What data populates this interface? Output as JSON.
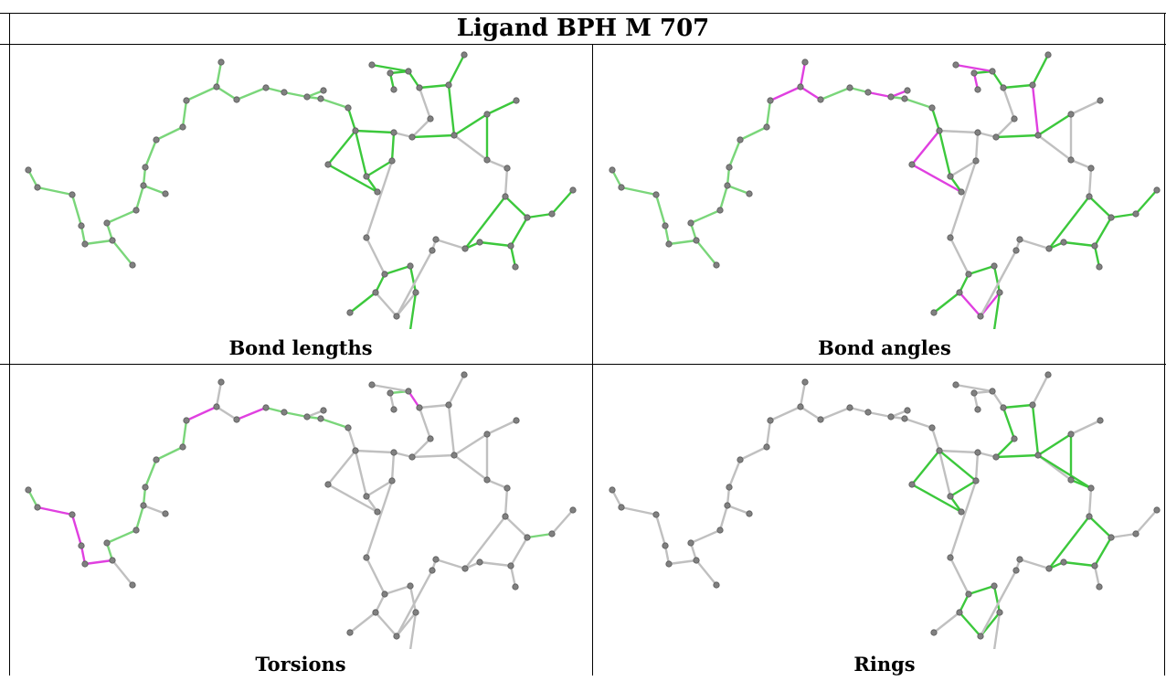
{
  "title": "Ligand BPH M 707",
  "panels": [
    {
      "key": "bond_lengths",
      "label": "Bond lengths"
    },
    {
      "key": "bond_angles",
      "label": "Bond angles"
    },
    {
      "key": "torsions",
      "label": "Torsions"
    },
    {
      "key": "rings",
      "label": "Rings"
    }
  ],
  "colors": {
    "good": "#3cc83c",
    "good_light": "#7ad67a",
    "outlier": "#e040e0",
    "neutral": "#c0c0c0",
    "atom": "#808080"
  }
}
